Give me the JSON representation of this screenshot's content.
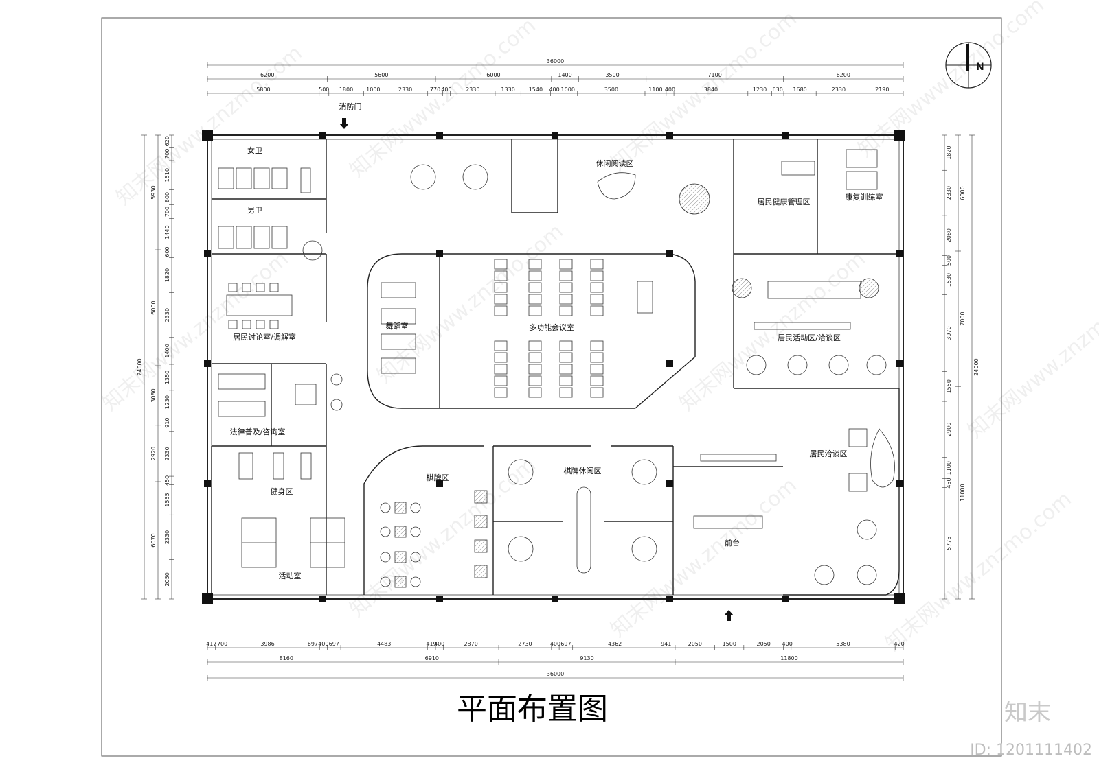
{
  "title": "平面布置图",
  "brand": "知末",
  "id_label": "ID: 1201111402",
  "north_label": "N",
  "watermark": "知末网www.znzmo.com",
  "rooms": [
    {
      "key": "womens_restroom",
      "label": "女卫"
    },
    {
      "key": "mens_restroom",
      "label": "男卫"
    },
    {
      "key": "fire_door",
      "label": "消防门"
    },
    {
      "key": "reading_area",
      "label": "休闲阅读区"
    },
    {
      "key": "health_mgmt",
      "label": "居民健康管理区"
    },
    {
      "key": "rehab_room",
      "label": "康复训练室"
    },
    {
      "key": "discussion_room",
      "label": "居民讨论室/调解室"
    },
    {
      "key": "dance_room",
      "label": "舞蹈室"
    },
    {
      "key": "meeting_room",
      "label": "多功能会议室"
    },
    {
      "key": "activity_area",
      "label": "居民活动区/洽谈区"
    },
    {
      "key": "legal_room",
      "label": "法律普及/咨询室"
    },
    {
      "key": "gym_area",
      "label": "健身区"
    },
    {
      "key": "chess_area",
      "label": "棋牌区"
    },
    {
      "key": "chess_leisure",
      "label": "棋牌休闲区"
    },
    {
      "key": "resident_talk",
      "label": "居民洽谈区"
    },
    {
      "key": "front_desk",
      "label": "前台"
    },
    {
      "key": "activity_room",
      "label": "活动室"
    }
  ],
  "dimensions": {
    "top_total": "36000",
    "top_row1": [
      "6200",
      "5600",
      "6000",
      "1400",
      "3500",
      "7100",
      "6200"
    ],
    "top_row2": [
      "5800",
      "500",
      "1800",
      "1000",
      "2330",
      "770",
      "400",
      "2330",
      "1330",
      "1540",
      "400",
      "1000",
      "3500",
      "1100",
      "400",
      "3840",
      "1230",
      "630",
      "1680",
      "2330",
      "2190"
    ],
    "bottom_row1": [
      "417",
      "700",
      "3986",
      "697",
      "400",
      "697",
      "4483",
      "419",
      "400",
      "2870",
      "2730",
      "400",
      "697",
      "4362",
      "941",
      "2050",
      "1500",
      "2050",
      "400",
      "5380",
      "420"
    ],
    "bottom_row2": [
      "8160",
      "6910",
      "9130",
      "11800"
    ],
    "bottom_total": "36000",
    "left_total": "24000",
    "left_row1": [
      "5930",
      "6000",
      "3080",
      "2920",
      "6070"
    ],
    "left_row2": [
      "620",
      "700",
      "1510",
      "800",
      "700",
      "1440",
      "600",
      "1820",
      "2330",
      "1400",
      "1350",
      "1230",
      "910",
      "2330",
      "450",
      "1555",
      "2330",
      "2050"
    ],
    "right_total": "24000",
    "right_row1": [
      "6000",
      "7000",
      "11000"
    ],
    "right_row2": [
      "1820",
      "2330",
      "2080",
      "500",
      "1530",
      "3970",
      "1550",
      "2900",
      "1100",
      "450",
      "5775"
    ]
  }
}
